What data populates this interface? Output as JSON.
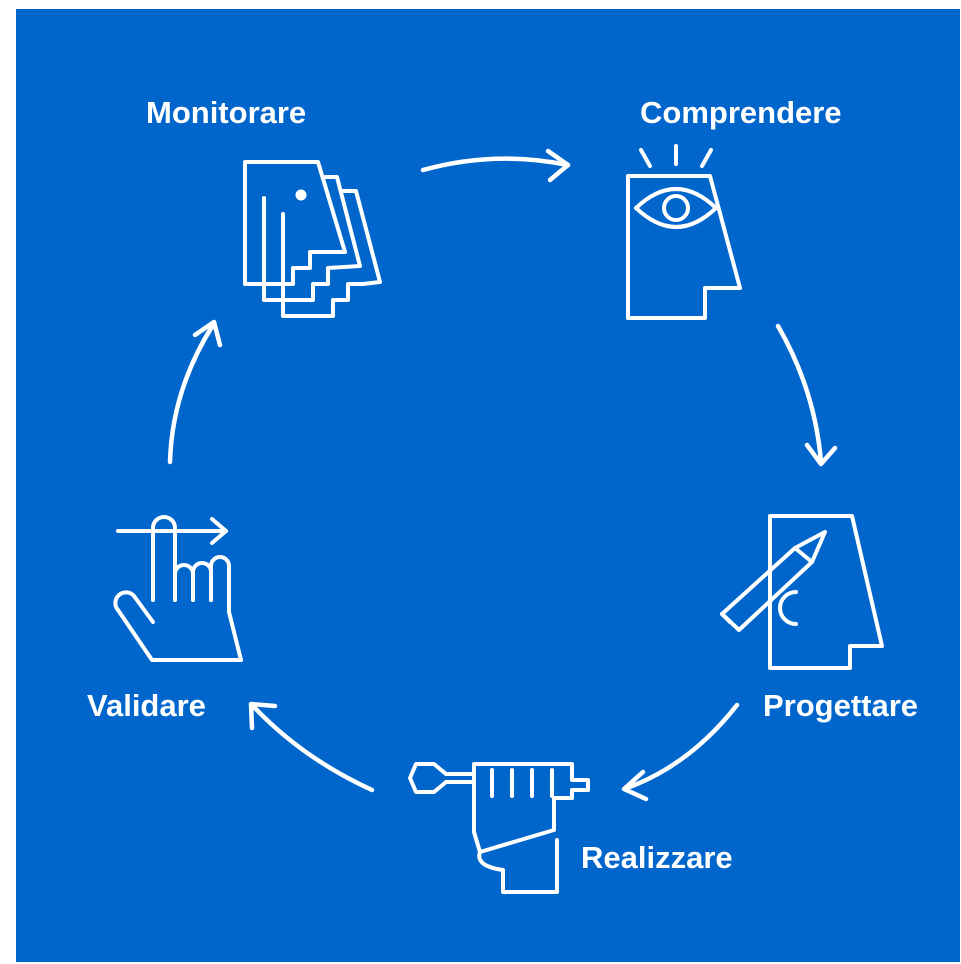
{
  "diagram": {
    "background_color": "#0066cc",
    "foreground_color": "#ffffff",
    "steps": [
      {
        "id": "monitorare",
        "label": "Monitorare",
        "icon": "stacked-documents-icon"
      },
      {
        "id": "comprendere",
        "label": "Comprendere",
        "icon": "eye-document-icon"
      },
      {
        "id": "progettare",
        "label": "Progettare",
        "icon": "pencil-document-icon"
      },
      {
        "id": "realizzare",
        "label": "Realizzare",
        "icon": "wrench-hand-icon"
      },
      {
        "id": "validare",
        "label": "Validare",
        "icon": "swipe-hand-icon"
      }
    ],
    "flow": [
      {
        "from": "monitorare",
        "to": "comprendere"
      },
      {
        "from": "comprendere",
        "to": "progettare"
      },
      {
        "from": "progettare",
        "to": "realizzare"
      },
      {
        "from": "realizzare",
        "to": "validare"
      },
      {
        "from": "validare",
        "to": "monitorare"
      }
    ]
  }
}
